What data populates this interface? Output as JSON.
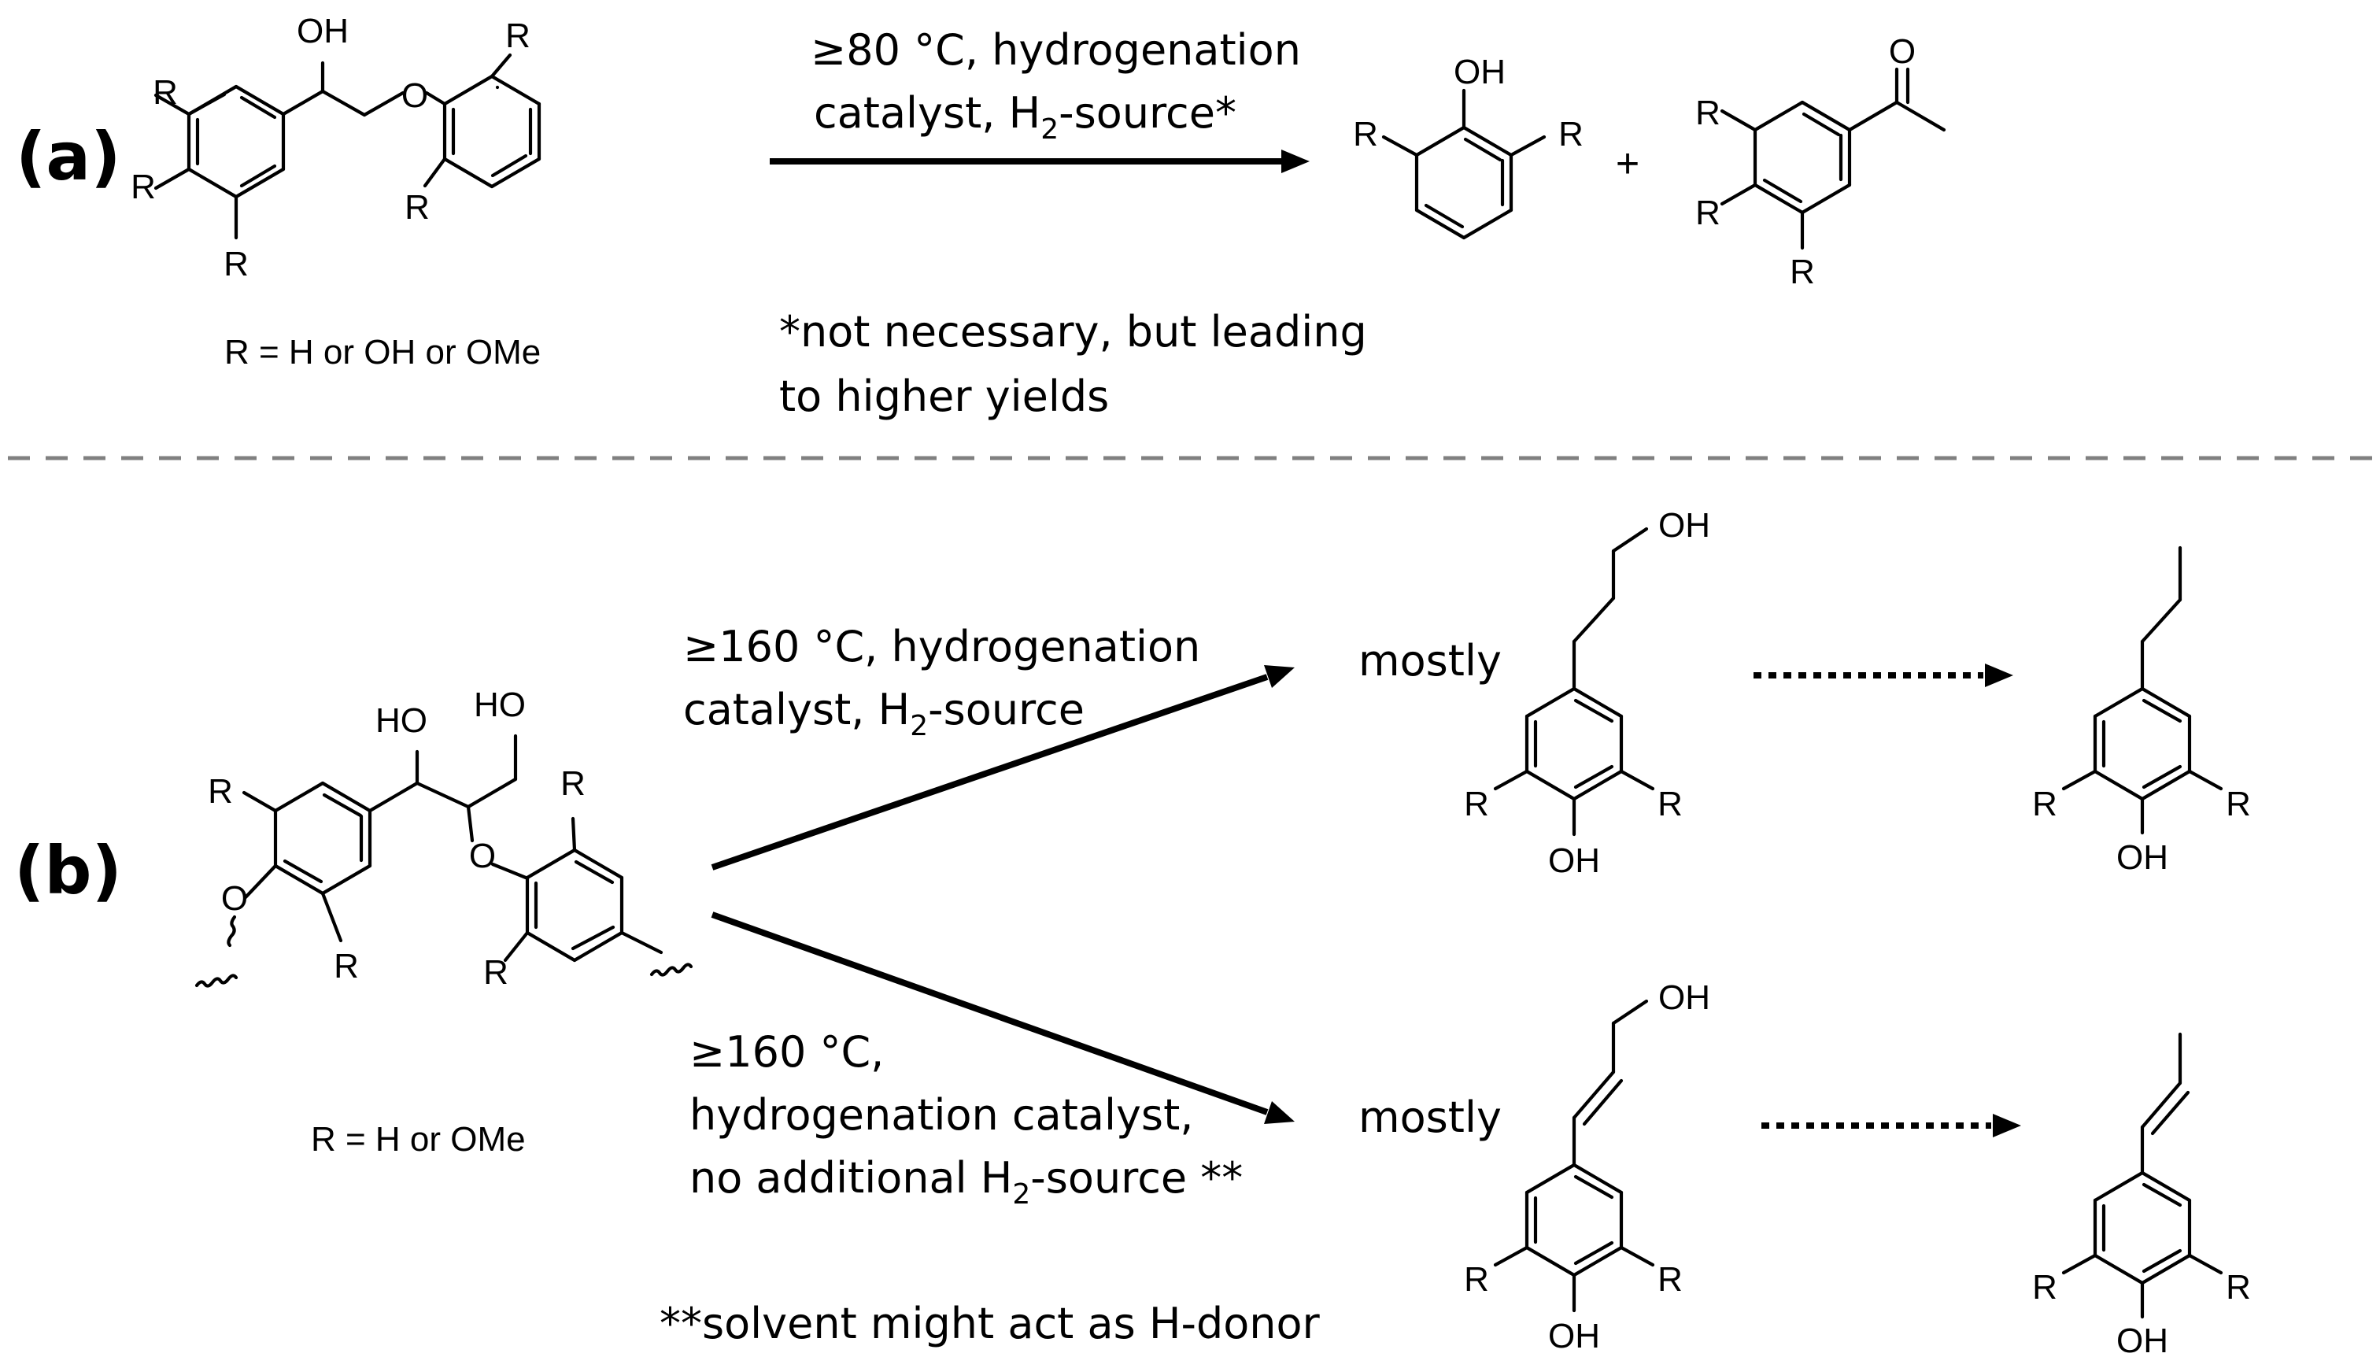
{
  "panel_a": {
    "label": "(a)",
    "r_definition": "R = H or OH or OMe",
    "atoms": {
      "r": "R",
      "oh": "OH",
      "o": "O"
    },
    "condition_line1": "≥80 °C, hydrogenation",
    "condition_line2_pre": "catalyst, H",
    "condition_line2_sub": "2",
    "condition_line2_post": "-source*",
    "footnote_line1": "*not necessary, but leading",
    "footnote_line2": "to higher yields",
    "plus": "+"
  },
  "panel_b": {
    "label": "(b)",
    "r_definition": "R = H or OMe",
    "atoms": {
      "r": "R",
      "oh": "OH",
      "ho": "HO",
      "o": "O"
    },
    "upper_condition_line1": "≥160 °C, hydrogenation",
    "upper_condition_line2_pre": "catalyst, H",
    "upper_condition_line2_sub": "2",
    "upper_condition_line2_post": "-source",
    "lower_condition_line1": "≥160 °C,",
    "lower_condition_line2": "hydrogenation catalyst,",
    "lower_condition_line3_pre": "no additional H",
    "lower_condition_line3_sub": "2",
    "lower_condition_line3_post": "-source **",
    "upper_product_prefix": "mostly",
    "lower_product_prefix": "mostly",
    "footnote": "**solvent might act as H-donor"
  },
  "colors": {
    "ink": "#000000",
    "divider": "#808080",
    "background": "#ffffff"
  }
}
